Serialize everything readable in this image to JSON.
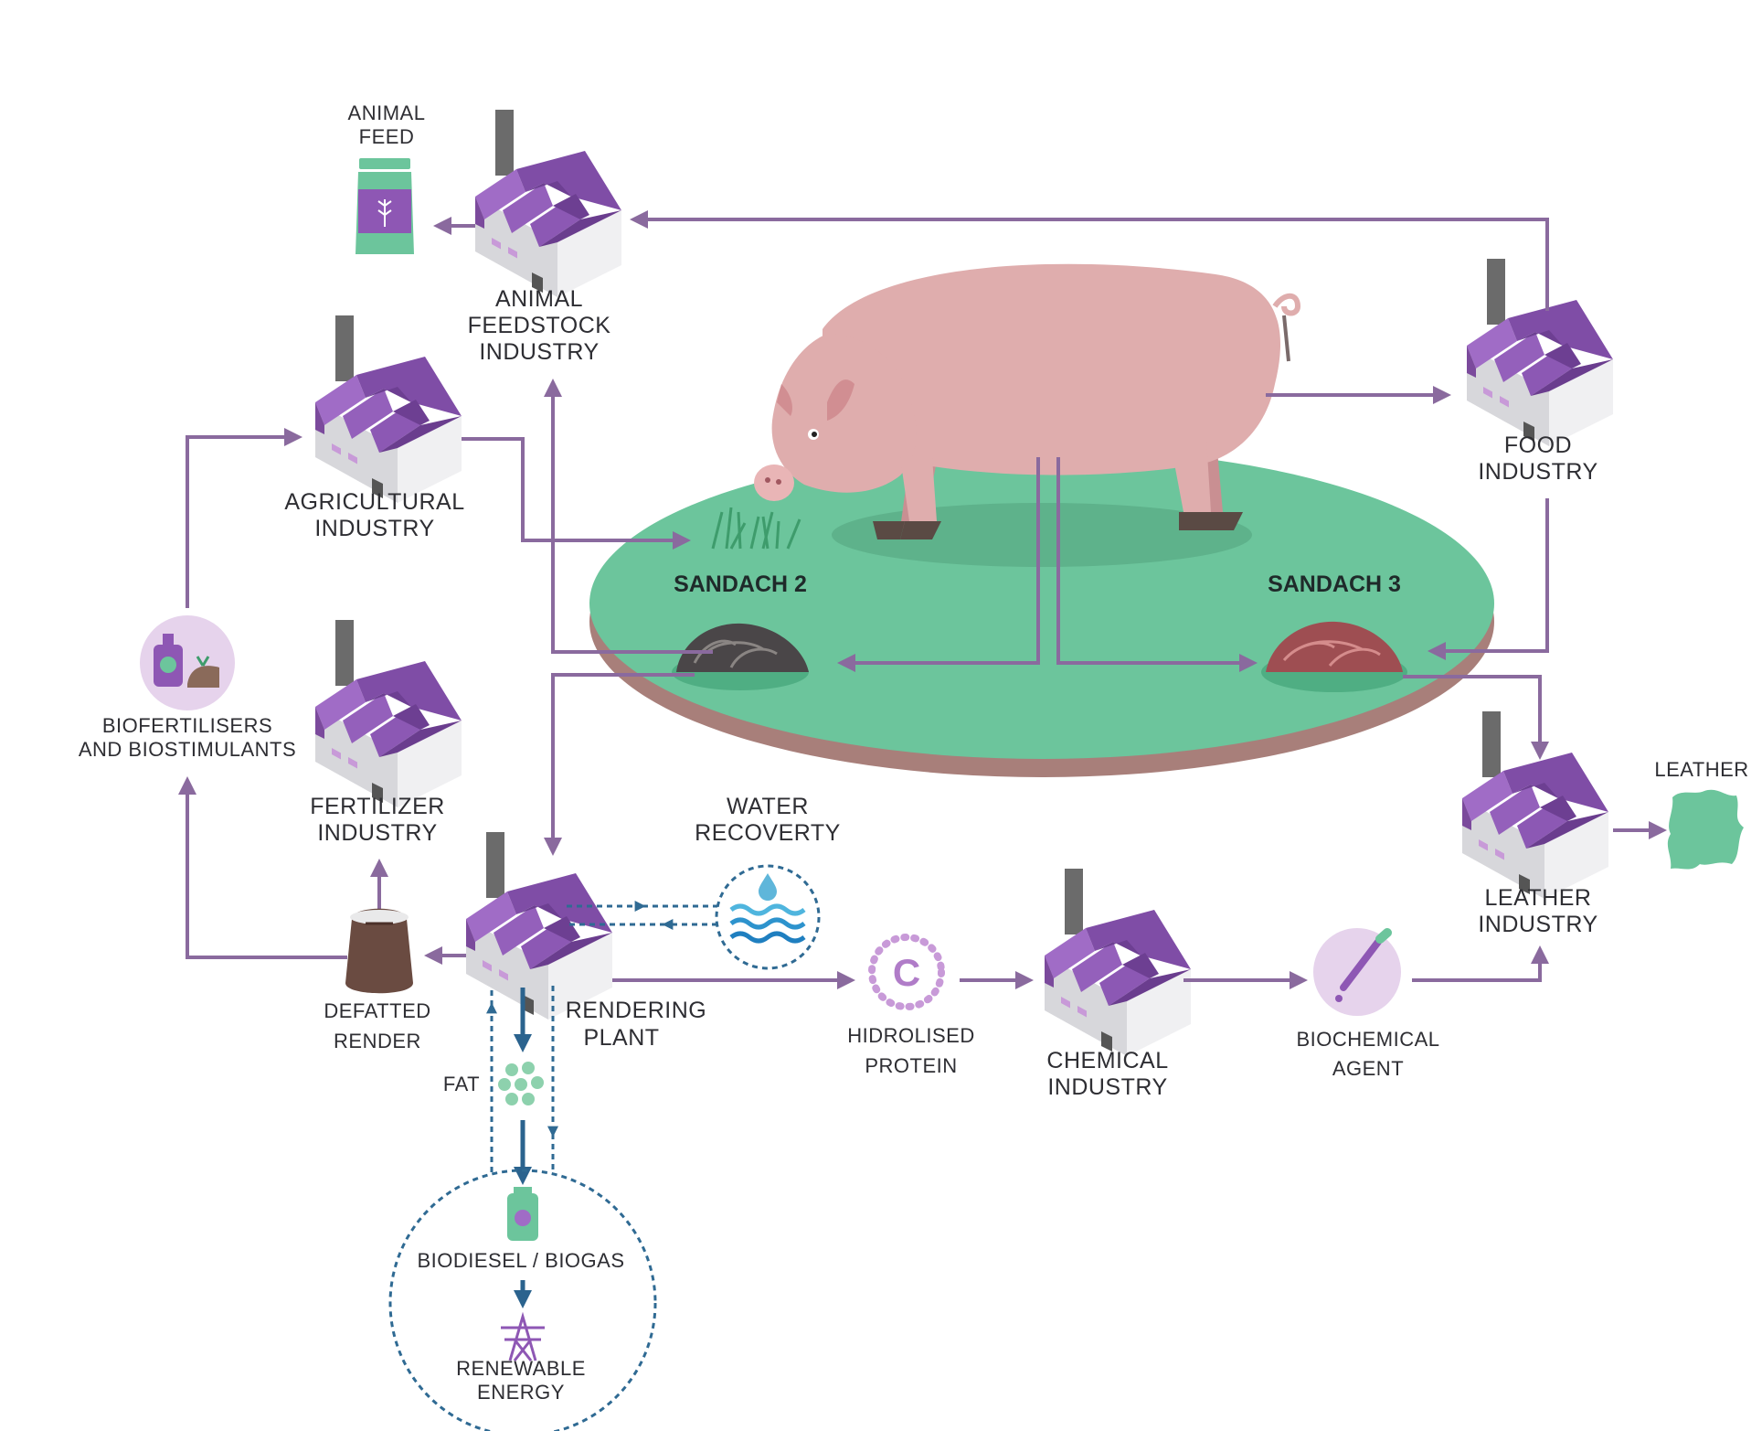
{
  "colors": {
    "flow_arrow": "#8a6a9e",
    "water_dashed": "#2f6a93",
    "factory_roof": "#8e57b4",
    "factory_wall": "#e8e8ea",
    "ground": "#6cc59c",
    "pig": "#dfadad",
    "accent_green": "#6cc59c",
    "accent_lilac": "#e6d3ec"
  },
  "nodes": {
    "animal_feed": [
      "ANIMAL",
      "FEED"
    ],
    "animal_feedstock_industry": [
      "ANIMAL",
      "FEEDSTOCK",
      "INDUSTRY"
    ],
    "agricultural_industry": [
      "AGRICULTURAL",
      "INDUSTRY"
    ],
    "food_industry": [
      "FOOD",
      "INDUSTRY"
    ],
    "sandach2": "SANDACH 2",
    "sandach3": "SANDACH 3",
    "biofertilisers": [
      "BIOFERTILISERS",
      "AND BIOSTIMULANTS"
    ],
    "fertilizer_industry": [
      "FERTILIZER",
      "INDUSTRY"
    ],
    "water_recovery": [
      "WATER",
      "RECOVERTY"
    ],
    "leather": "LEATHER",
    "leather_industry": [
      "LEATHER",
      "INDUSTRY"
    ],
    "defatted_render": [
      "DEFATTED",
      "RENDER"
    ],
    "rendering_plant": [
      "RENDERING",
      "PLANT"
    ],
    "hidrolised_protein": [
      "HIDROLISED",
      "PROTEIN"
    ],
    "chemical_industry": [
      "CHEMICAL",
      "INDUSTRY"
    ],
    "biochemical_agent": [
      "BIOCHEMICAL",
      "AGENT"
    ],
    "fat": "FAT",
    "biodiesel_biogas": "BIODIESEL / BIOGAS",
    "renewable_energy": [
      "RENEWABLE",
      "ENERGY"
    ],
    "protein_symbol": "C"
  }
}
